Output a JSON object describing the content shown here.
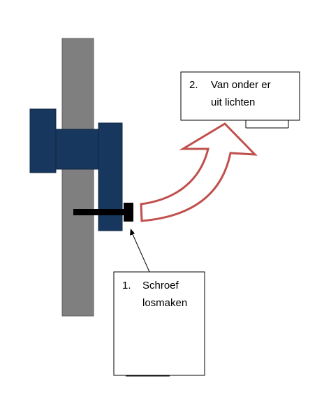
{
  "steps": [
    {
      "number": "1.",
      "lines": [
        "Schroef",
        "losmaken"
      ]
    },
    {
      "number": "2.",
      "lines": [
        "Van onder er",
        "uit lichten"
      ]
    }
  ],
  "colors": {
    "wall": "#7f7f7f",
    "bracket": "#17375e",
    "screw": "#000000",
    "arrow_outline": "#c0504d",
    "box_border": "#000000"
  }
}
